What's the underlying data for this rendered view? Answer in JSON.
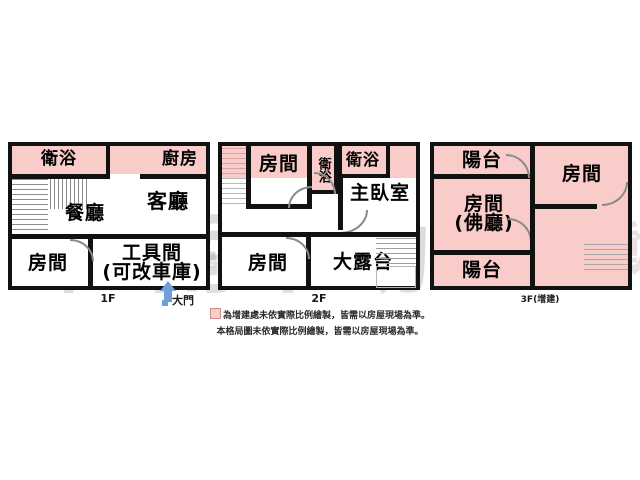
{
  "watermark": {
    "main_text": "佳南不動",
    "left_text": "佳",
    "mid_text": "佳南不",
    "right_text": "南不動",
    "tiny_left": "尚",
    "tiny_right": "全動產"
  },
  "legend": {
    "swatch_color": "#f9ccca",
    "line1": "為增建處未依實際比例繪製，皆需以房屋現場為準。",
    "line2": "本格局圖未依實際比例繪製，皆需以房屋現場為準。"
  },
  "floors": [
    {
      "id": "1F",
      "floor_label": "1F",
      "entrance_label": "大門",
      "rooms": [
        {
          "key": "bath",
          "name": "衛浴"
        },
        {
          "key": "kitchen",
          "name": "廚房"
        },
        {
          "key": "dining",
          "name": "餐廳"
        },
        {
          "key": "living",
          "name": "客廳"
        },
        {
          "key": "bedroom",
          "name": "房間"
        },
        {
          "key": "utility_line1",
          "name": "工具間"
        },
        {
          "key": "utility_line2",
          "name": "(可改車庫)"
        }
      ]
    },
    {
      "id": "2F",
      "floor_label": "2F",
      "rooms": [
        {
          "key": "bedroom_top",
          "name": "房間"
        },
        {
          "key": "bath_small",
          "name": "衛浴"
        },
        {
          "key": "bath_main",
          "name": "衛浴"
        },
        {
          "key": "master",
          "name": "主臥室"
        },
        {
          "key": "bedroom_bot",
          "name": "房間"
        },
        {
          "key": "terrace",
          "name": "大露台"
        }
      ]
    },
    {
      "id": "3F",
      "floor_label": "3F(增建)",
      "rooms": [
        {
          "key": "balcony_top",
          "name": "陽台"
        },
        {
          "key": "shrine_line1",
          "name": "房間"
        },
        {
          "key": "shrine_line2",
          "name": "(佛廳)"
        },
        {
          "key": "balcony_bot",
          "name": "陽台"
        },
        {
          "key": "bedroom",
          "name": "房間"
        }
      ]
    }
  ]
}
